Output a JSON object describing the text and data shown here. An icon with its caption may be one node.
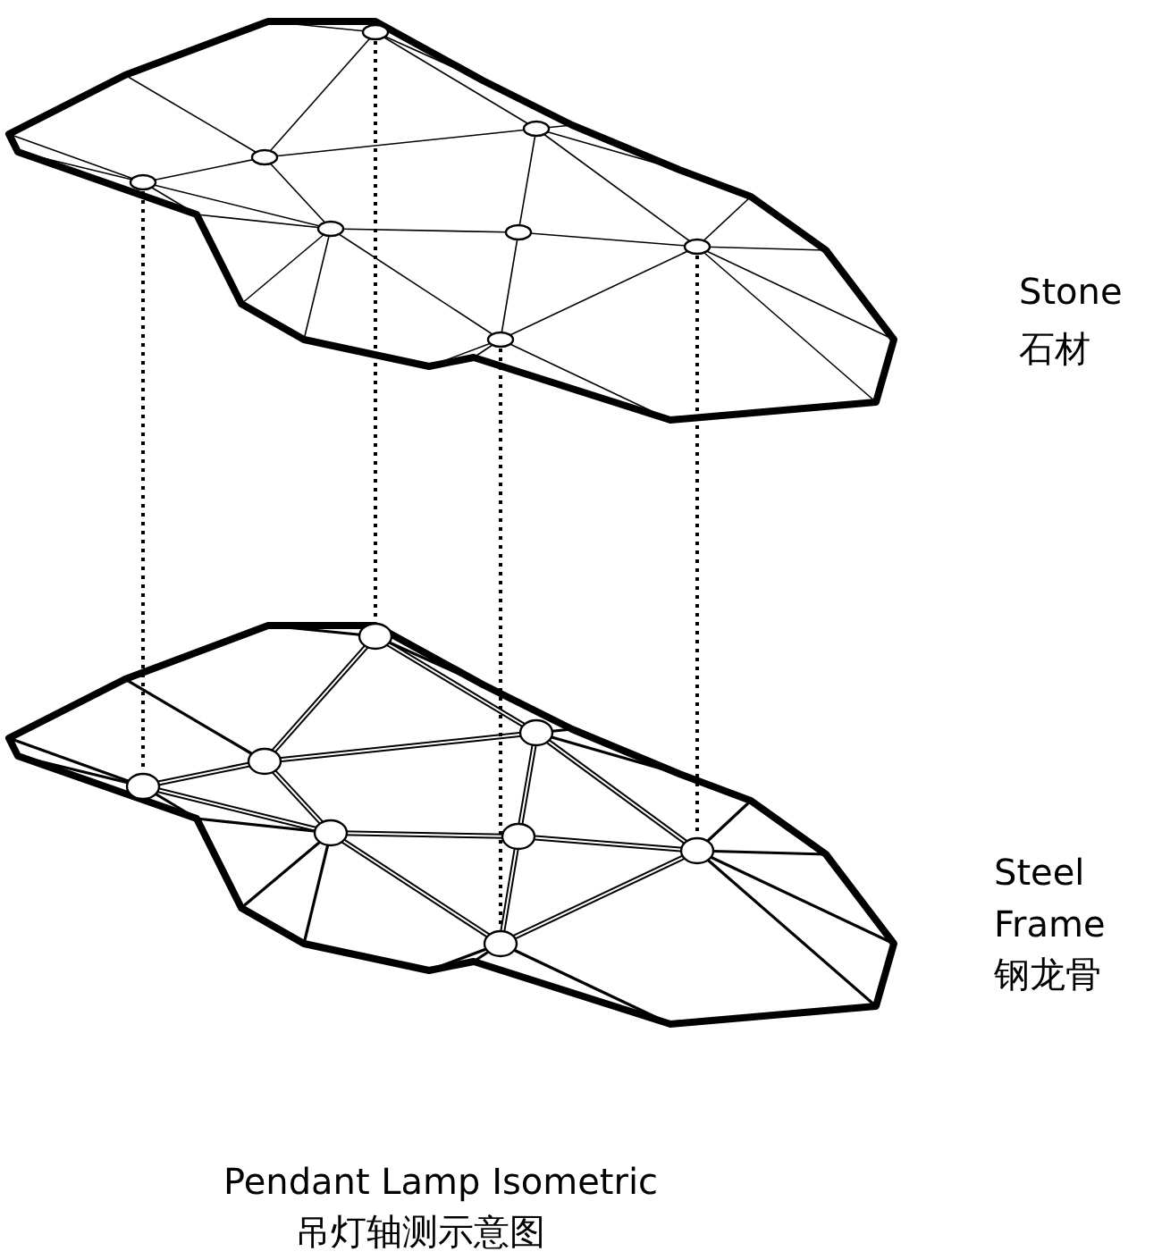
{
  "diagram": {
    "labels": [
      "Stone",
      "石材",
      "Steel Frame",
      "钢龙骨",
      "Pendant Lamp Isometric",
      "吊灯轴测示意图"
    ]
  }
}
